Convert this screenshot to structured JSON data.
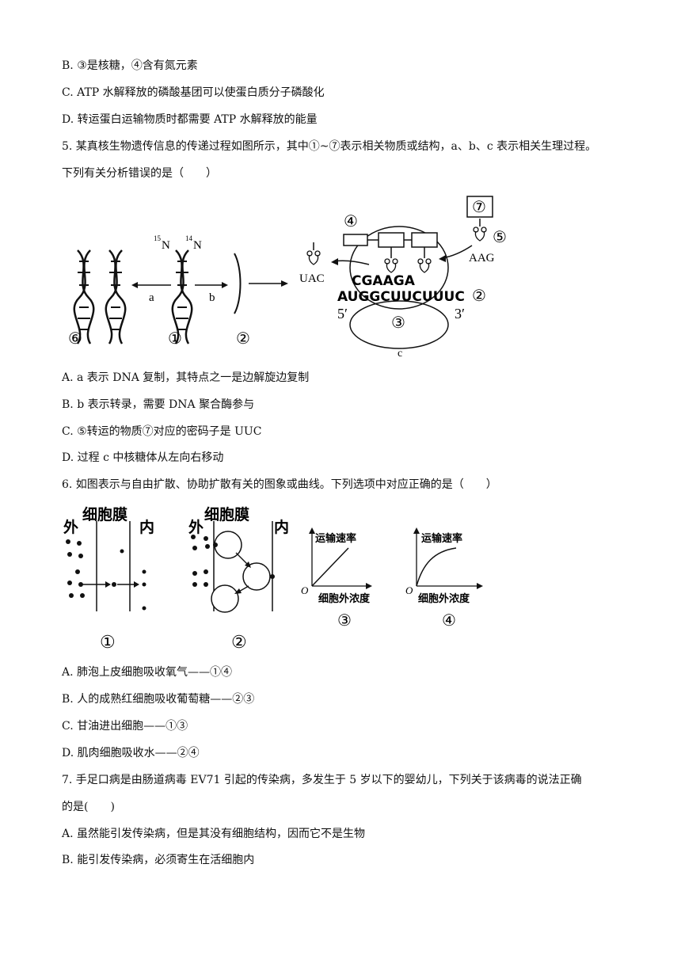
{
  "q4_tail": {
    "optB": "B. ③是核糖，④含有氮元素",
    "optC": "C. ATP 水解释放的磷酸基团可以使蛋白质分子磷酸化",
    "optD": "D. 转运蛋白运输物质时都需要 ATP 水解释放的能量"
  },
  "q5": {
    "stem1": "5. 某真核生物遗传信息的传递过程如图所示，其中①~⑦表示相关物质或结构，a、b、c 表示相关生理过程。",
    "stem2": "下列有关分析错误的是（　　）",
    "figure": {
      "n15": "15",
      "n14": "14",
      "N": "N",
      "a": "a",
      "b": "b",
      "c": "c",
      "uac": "UAC",
      "aag": "AAG",
      "anticodons": "CGAAGA",
      "mrna": "AUGGCUUCUUUC",
      "five": "5′",
      "three": "3′",
      "l1": "①",
      "l2": "②",
      "l3": "③",
      "l4": "④",
      "l5": "⑤",
      "l6": "⑥",
      "l7": "⑦"
    },
    "optA": "A. a 表示 DNA 复制，其特点之一是边解旋边复制",
    "optB": "B. b 表示转录，需要 DNA 聚合酶参与",
    "optC": "C. ⑤转运的物质⑦对应的密码子是 UUC",
    "optD": "D. 过程 c 中核糖体从左向右移动"
  },
  "q6": {
    "stem": "6. 如图表示与自由扩散、协助扩散有关的图象或曲线。下列选项中对应正确的是（　　）",
    "figure": {
      "membrane": "细胞膜",
      "outside": "外",
      "inside": "内",
      "rate": "运输速率",
      "conc": "细胞外浓度",
      "origin": "O",
      "l1": "①",
      "l2": "②",
      "l3": "③",
      "l4": "④"
    },
    "optA": "A. 肺泡上皮细胞吸收氧气——①④",
    "optB": "B. 人的成熟红细胞吸收葡萄糖——②③",
    "optC": "C. 甘油进出细胞——①③",
    "optD": "D. 肌肉细胞吸收水——②④"
  },
  "q7": {
    "stem1": "7. 手足口病是由肠道病毒 EV71 引起的传染病，多发生于 5 岁以下的婴幼儿，下列关于该病毒的说法正确",
    "stem2": "的是(　　)",
    "optA": "A. 虽然能引发传染病，但是其没有细胞结构，因而它不是生物",
    "optB": "B. 能引发传染病，必须寄生在活细胞内"
  }
}
